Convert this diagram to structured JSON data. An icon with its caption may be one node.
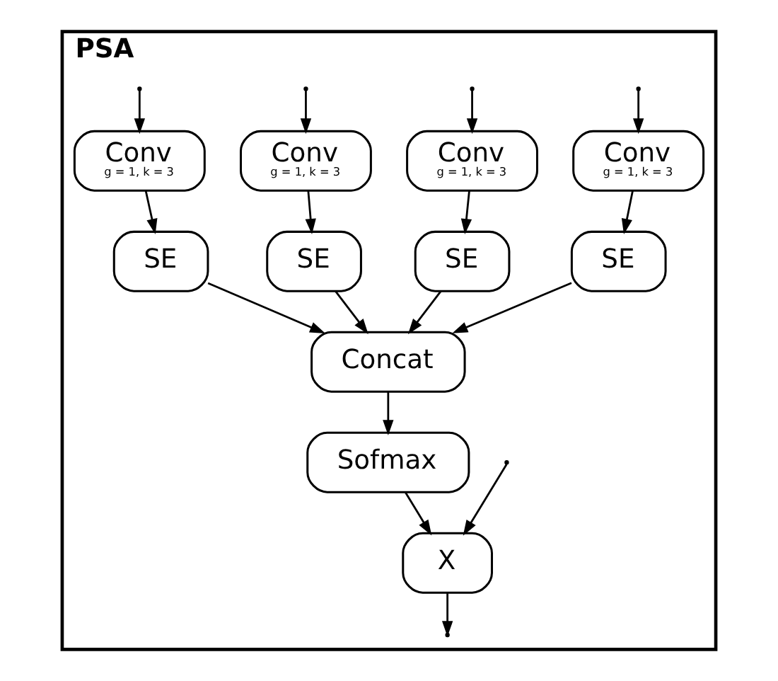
{
  "diagram": {
    "nodes": [
      {
        "text": [
          "PSA"
        ]
      },
      {
        "text": [
          "Conv",
          "g = 1, k = 3"
        ],
        "in": 0
      },
      {
        "text": [
          "Conv",
          "g = 1, k = 3"
        ],
        "in": 0
      },
      {
        "text": [
          "Conv",
          "g = 1, k = 3"
        ],
        "in": 0
      },
      {
        "text": [
          "Conv",
          "g = 1, k = 3"
        ],
        "in": 0
      },
      {
        "text": [
          "SE"
        ],
        "in": 0
      },
      {
        "text": [
          "SE"
        ],
        "in": 0
      },
      {
        "text": [
          "SE"
        ],
        "in": 0
      },
      {
        "text": [
          "SE"
        ],
        "in": 0
      },
      {
        "text": [
          "Concat"
        ],
        "in": 0
      },
      {
        "text": [
          "Sofmax"
        ],
        "in": 0
      },
      {
        "text": [
          "X"
        ],
        "in": 0
      }
    ],
    "edges": [
      {
        "from": null,
        "to": 1,
        "arrow": "to"
      },
      {
        "from": null,
        "to": 2,
        "arrow": "to"
      },
      {
        "from": null,
        "to": 3,
        "arrow": "to"
      },
      {
        "from": null,
        "to": 4,
        "arrow": "to"
      },
      {
        "from": 1,
        "to": 5,
        "arrow": "to"
      },
      {
        "from": 2,
        "to": 6,
        "arrow": "to"
      },
      {
        "from": 3,
        "to": 7,
        "arrow": "to"
      },
      {
        "from": 4,
        "to": 8,
        "arrow": "to"
      },
      {
        "from": 5,
        "to": 9,
        "arrow": "to"
      },
      {
        "from": 6,
        "to": 9,
        "arrow": "to"
      },
      {
        "from": 7,
        "to": 9,
        "arrow": "to"
      },
      {
        "from": 8,
        "to": 9,
        "arrow": "to"
      },
      {
        "from": 9,
        "to": 10,
        "arrow": "to"
      },
      {
        "from": 10,
        "to": 11,
        "arrow": "to"
      },
      {
        "from": null,
        "to": 11,
        "arrow": "to"
      },
      {
        "from": 11,
        "to": null,
        "arrow": "to"
      }
    ]
  }
}
